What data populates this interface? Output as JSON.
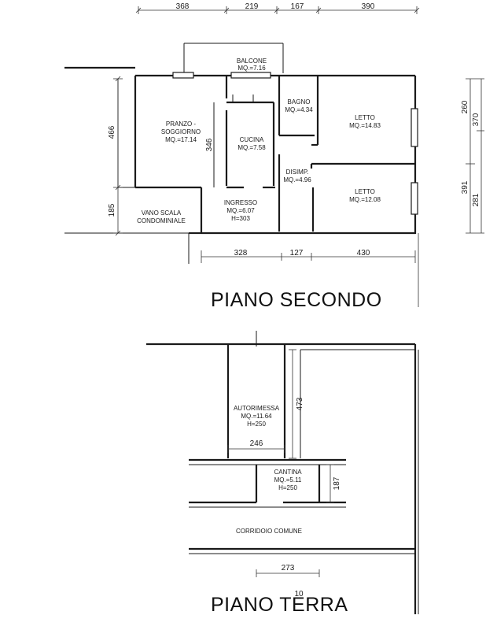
{
  "floors": {
    "second_title": "PIANO SECONDO",
    "ground_title": "PIANO TERRA"
  },
  "second_floor": {
    "top_dims": [
      "368",
      "219",
      "167",
      "390"
    ],
    "bottom_dims": [
      "328",
      "127",
      "430"
    ],
    "left_dims": [
      "466",
      "185"
    ],
    "inner_dim": "346",
    "right_dims": [
      "260",
      "370",
      "391",
      "281"
    ],
    "rooms": {
      "balcone": [
        "BALCONE",
        "MQ.=7.16"
      ],
      "pranzo": [
        "PRANZO -",
        "SOGGIORNO",
        "MQ.=17.14"
      ],
      "cucina": [
        "CUCINA",
        "MQ.=7.58"
      ],
      "bagno": [
        "BAGNO",
        "MQ.=4.34"
      ],
      "letto1": [
        "LETTO",
        "MQ.=14.83"
      ],
      "disimp": [
        "DISIMP.",
        "MQ.=4.96"
      ],
      "letto2": [
        "LETTO",
        "MQ.=12.08"
      ],
      "ingresso": [
        "INGRESSO",
        "MQ.=6.07",
        "H=303"
      ],
      "vano": [
        "VANO SCALA",
        "CONDOMINIALE"
      ]
    }
  },
  "ground_floor": {
    "dims": [
      "473",
      "246",
      "187",
      "273"
    ],
    "page_number": "10",
    "rooms": {
      "autorimessa": [
        "AUTORIMESSA",
        "MQ.=11.64",
        "H=250"
      ],
      "cantina": [
        "CANTINA",
        "MQ.=5.11",
        "H=250"
      ],
      "corridoio": "CORRIDOIO COMUNE"
    }
  }
}
